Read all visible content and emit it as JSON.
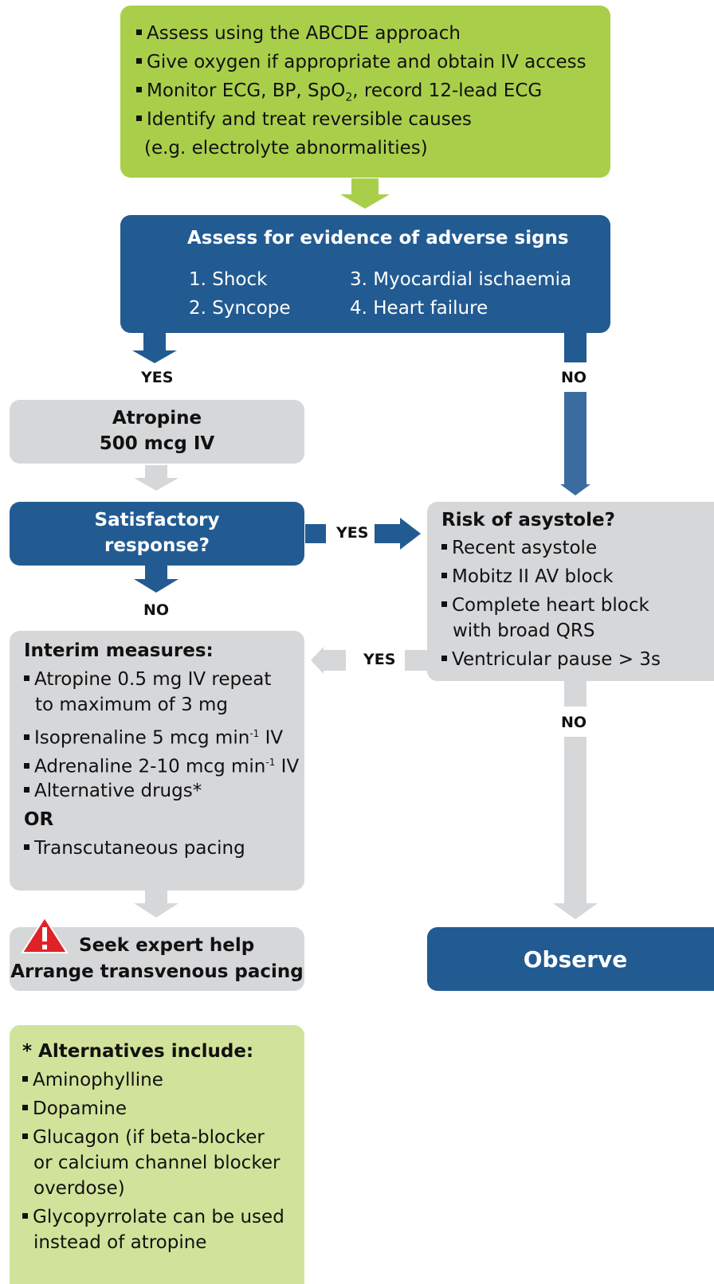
{
  "top_box": {
    "items": [
      "Assess using the ABCDE approach",
      "Give oxygen if appropriate and obtain IV access",
      "Monitor ECG, BP, SpO",
      "Identify and treat reversible causes"
    ],
    "monitor_sub": "2",
    "monitor_tail": ", record 12-lead ECG",
    "cause_example": "(e.g. electrolyte abnormalities)"
  },
  "adverse_box": {
    "title": "Assess for evidence of adverse signs",
    "signs": [
      "1. Shock",
      "2. Syncope",
      "3. Myocardial ischaemia",
      "4. Heart failure"
    ]
  },
  "labels": {
    "yes_adverse": "YES",
    "no_adverse": "NO",
    "yes_satisfactory": "YES",
    "no_satisfactory": "NO",
    "yes_asystole": "YES",
    "no_asystole": "NO"
  },
  "atropine_box": {
    "line1": "Atropine",
    "line2": "500 mcg IV"
  },
  "satisfactory_box": {
    "line1": "Satisfactory",
    "line2": "response?"
  },
  "asystole_box": {
    "title": "Risk of asystole?",
    "items": [
      "Recent asystole",
      "Mobitz II AV block",
      "Complete heart block",
      "Ventricular pause > 3s"
    ],
    "item3_cont": "with broad QRS"
  },
  "interim_box": {
    "title": "Interim measures:",
    "atropine": "Atropine 0.5 mg IV repeat",
    "atropine_cont": "to maximum of 3 mg",
    "isoprenaline": "Isoprenaline 5 mcg min",
    "adrenaline": "Adrenaline 2-10 mcg min",
    "sup": "-1",
    "iv": " IV",
    "alternative": "Alternative drugs*",
    "or": "OR",
    "pacing": "Transcutaneous pacing"
  },
  "expert_box": {
    "line1": "Seek expert help",
    "line2": "Arrange transvenous pacing"
  },
  "observe_box": {
    "label": "Observe"
  },
  "alternatives_box": {
    "title": "* Alternatives include:",
    "aminophylline": "Aminophylline",
    "dopamine": "Dopamine",
    "glucagon": "Glucagon (if beta-blocker",
    "glucagon_2": "or calcium channel blocker",
    "glucagon_3": "overdose)",
    "glyco": "Glycopyrrolate can be used",
    "glyco_2": "instead of atropine"
  },
  "colors": {
    "green": "#a9cf4a",
    "light_green": "#d1e39a",
    "blue": "#225b92",
    "grey": "#d6d7d9",
    "warning_red": "#e02128"
  }
}
